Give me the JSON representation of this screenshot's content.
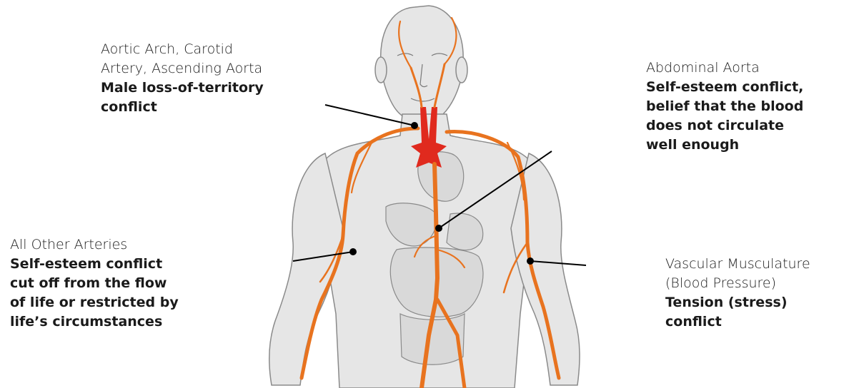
{
  "colors": {
    "artery": "#e8731f",
    "aorta": "#e02a1e",
    "skin": "#e6e6e6",
    "outline": "#8a8a8a",
    "organ": "#d9d9d9",
    "leader_line": "#000000"
  },
  "callouts": {
    "aortic_arch": {
      "lines": [
        "Aortic Arch, Carotid",
        "Artery, Ascending Aorta"
      ],
      "bold": [
        "Male loss-of-territory",
        "conflict"
      ]
    },
    "abdominal_aorta": {
      "lines": [
        "Abdominal Aorta"
      ],
      "bold": [
        "Self-esteem conflict,",
        "belief that the blood",
        "does not circulate",
        "well enough"
      ]
    },
    "other_arteries": {
      "lines": [
        "All Other Arteries"
      ],
      "bold": [
        "Self-esteem conflict",
        "cut off from the flow",
        "of life or restricted by",
        "life’s circumstances"
      ]
    },
    "vascular_musculature": {
      "lines": [
        "Vascular Musculature",
        "(Blood Pressure)"
      ],
      "bold": [
        "Tension (stress) conflict"
      ]
    }
  }
}
